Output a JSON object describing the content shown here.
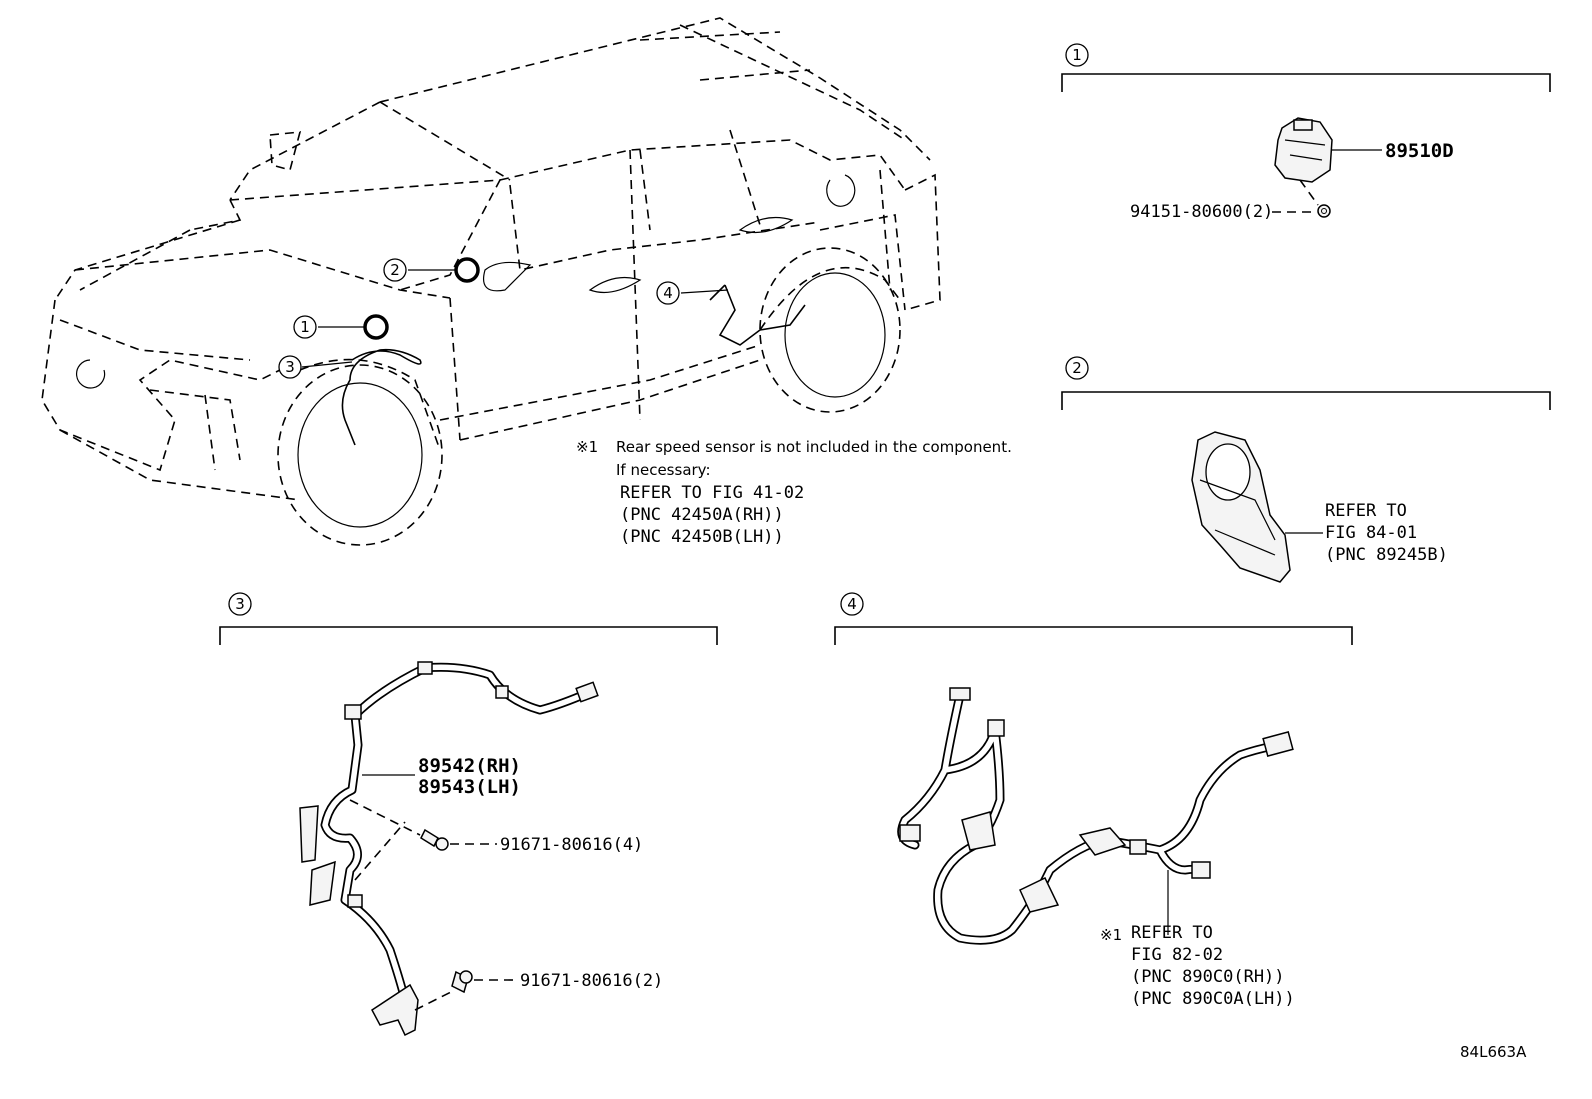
{
  "callouts": {
    "c1": "1",
    "c2": "2",
    "c3": "3",
    "c4": "4"
  },
  "note": {
    "mark": "※1",
    "line1": "Rear speed sensor is not included in the component.",
    "line2": "If necessary:",
    "line3": "REFER TO FIG 41-02",
    "line4": "(PNC 42450A(RH))",
    "line5": "(PNC 42450B(LH))"
  },
  "section1": {
    "number": "1",
    "part_main": "89510D",
    "part_nut": "94151-80600(2)"
  },
  "section2": {
    "number": "2",
    "ref1": "REFER TO",
    "ref2": "FIG 84-01",
    "ref3": "(PNC 89245B)"
  },
  "section3": {
    "number": "3",
    "part_rh": "89542(RH)",
    "part_lh": "89543(LH)",
    "bolt_a": "91671-80616(4)",
    "bolt_b": "91671-80616(2)"
  },
  "section4": {
    "number": "4",
    "mark": "※1",
    "ref1": "REFER TO",
    "ref2": "FIG 82-02",
    "ref3": "(PNC 890C0(RH))",
    "ref4": "(PNC 890C0A(LH))"
  },
  "diagram_code": "84L663A"
}
